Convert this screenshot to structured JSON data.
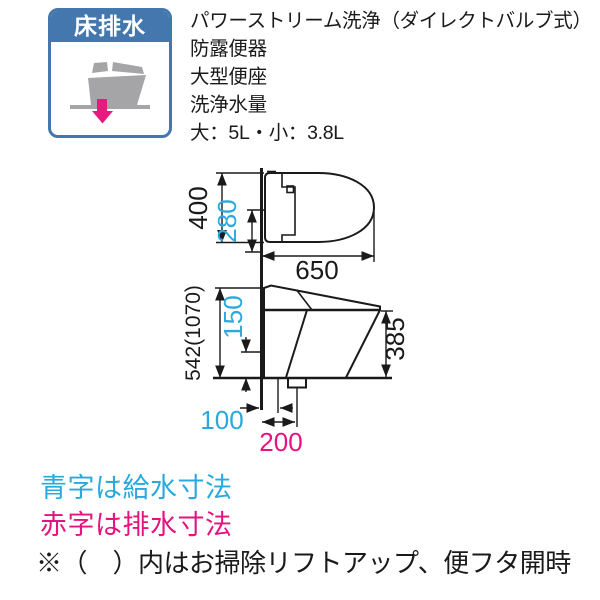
{
  "badge": {
    "label": "床排水",
    "icon": "toilet-floor-drain-icon"
  },
  "specs": {
    "lines": [
      "パワーストリーム洗浄（ダイレクトバルブ式）",
      "防露便器",
      "大型便座",
      "洗浄水量",
      "大：5L・小：3.8L"
    ]
  },
  "diagram": {
    "plan_view": {
      "width_mm": "400",
      "supply_offset_mm": "280",
      "depth_mm": "650"
    },
    "side_view": {
      "total_height_mm": "542(1070)",
      "supply_height_mm": "150",
      "seat_height_mm": "385",
      "supply_from_wall_mm": "100",
      "drain_from_wall_mm": "200"
    }
  },
  "notes": {
    "supply": "青字は給水寸法",
    "drain": "赤字は排水寸法",
    "caption": "※（　）内はお掃除リフトアップ、便フタ開時"
  },
  "colors": {
    "supply_text": "#29a9dd",
    "drain_text": "#e5137e",
    "badge_blue": "#4377ae",
    "icon_gray": "#a5a5a7",
    "arrow_magenta": "#e81a7e",
    "line": "#1a1a1a"
  }
}
